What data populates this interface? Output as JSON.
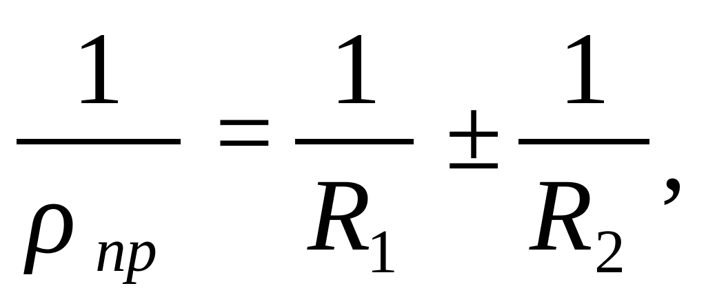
{
  "formula": {
    "lhs": {
      "numerator": "1",
      "denominator_symbol": "ρ",
      "denominator_subscript": "np"
    },
    "equals": "=",
    "term1": {
      "numerator": "1",
      "denominator_symbol": "R",
      "denominator_subscript": "1"
    },
    "operator": "±",
    "term2": {
      "numerator": "1",
      "denominator_symbol": "R",
      "denominator_subscript": "2"
    },
    "trailing": ","
  }
}
